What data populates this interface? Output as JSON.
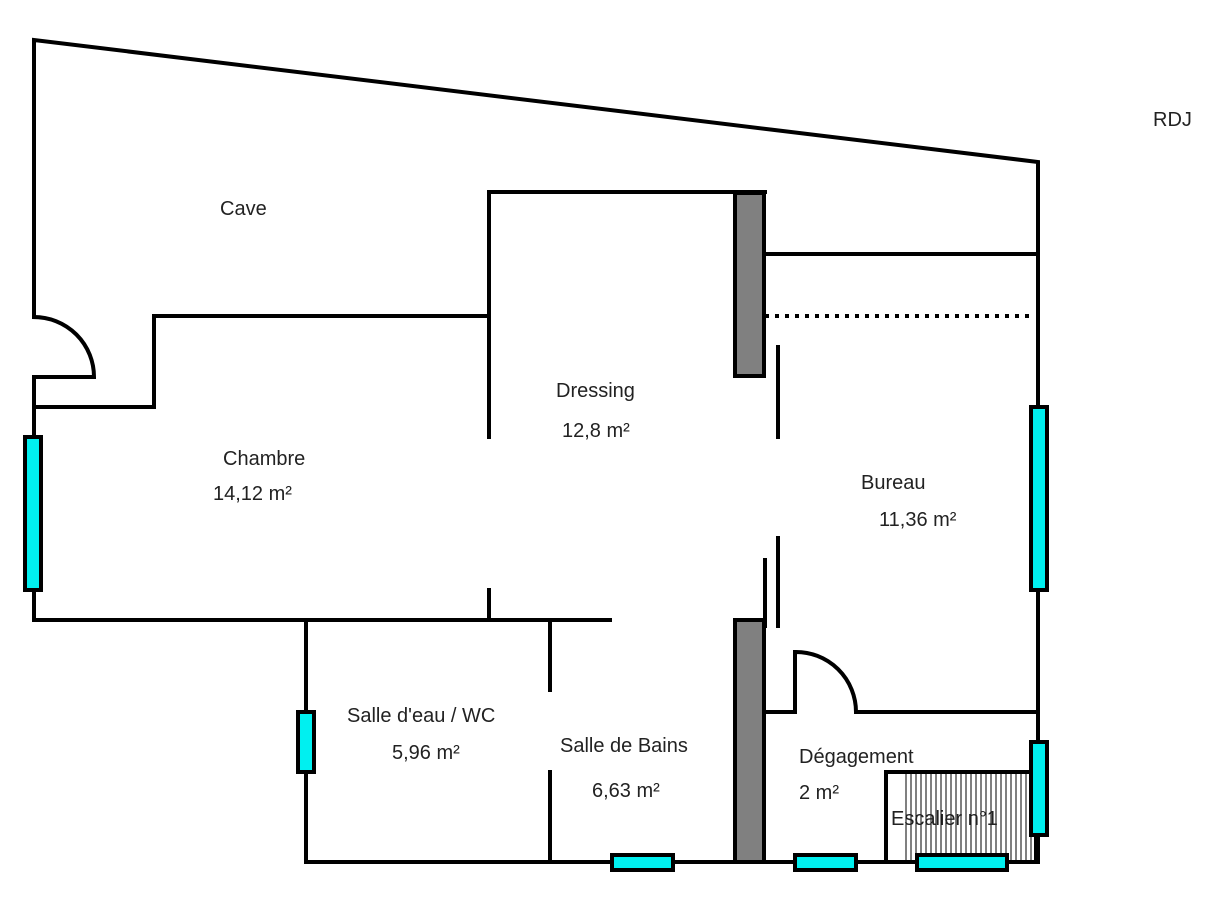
{
  "plan": {
    "level_label": "RDJ",
    "colors": {
      "wall": "#000000",
      "window": "#00f0f0",
      "pillar": "#808080"
    },
    "rooms": [
      {
        "name": "Cave",
        "area": ""
      },
      {
        "name": "Dressing",
        "area": "12,8  m²"
      },
      {
        "name": "Chambre",
        "area": "14,12  m²"
      },
      {
        "name": "Bureau",
        "area": "11,36  m²"
      },
      {
        "name": "Salle d'eau / WC",
        "area": "5,96  m²"
      },
      {
        "name": "Salle de Bains",
        "area": "6,63  m²"
      },
      {
        "name": "Dégagement",
        "area": "2  m²"
      }
    ],
    "stair_label": "Escalier n°1"
  }
}
